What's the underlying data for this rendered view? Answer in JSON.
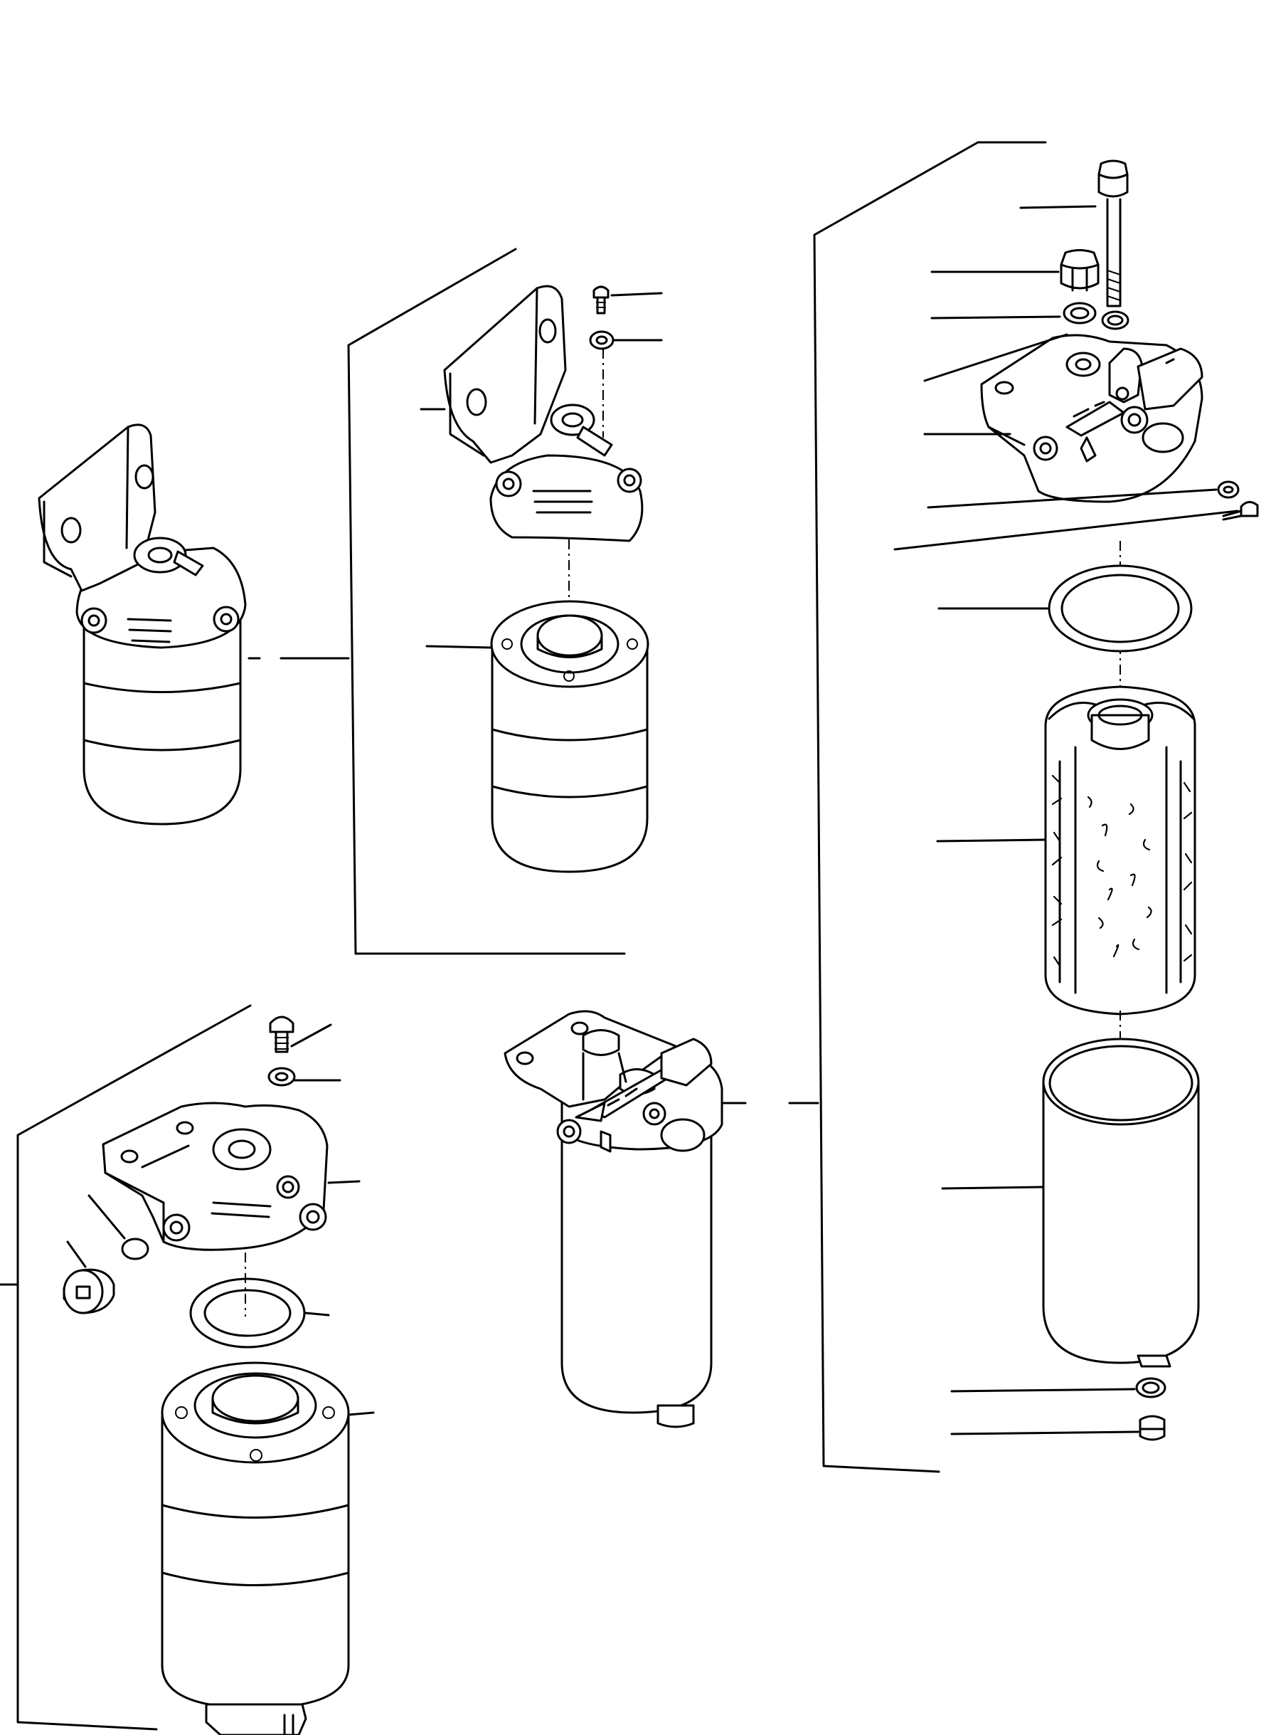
{
  "diagram": {
    "kind": "exploded-parts-view",
    "assemblies": [
      {
        "id": "a",
        "icon": "fuel-filter-assembled-icon"
      },
      {
        "id": "b",
        "icon": "fuel-filter-exploded-icon"
      },
      {
        "id": "c",
        "icon": "fuel-filter-with-drain-icon"
      },
      {
        "id": "d",
        "icon": "fuel-filter-bracket-icon"
      },
      {
        "id": "e",
        "icon": "fuel-filter-element-exploded-icon"
      }
    ],
    "colors": {
      "line": "#000000",
      "background": "#ffffff"
    }
  }
}
